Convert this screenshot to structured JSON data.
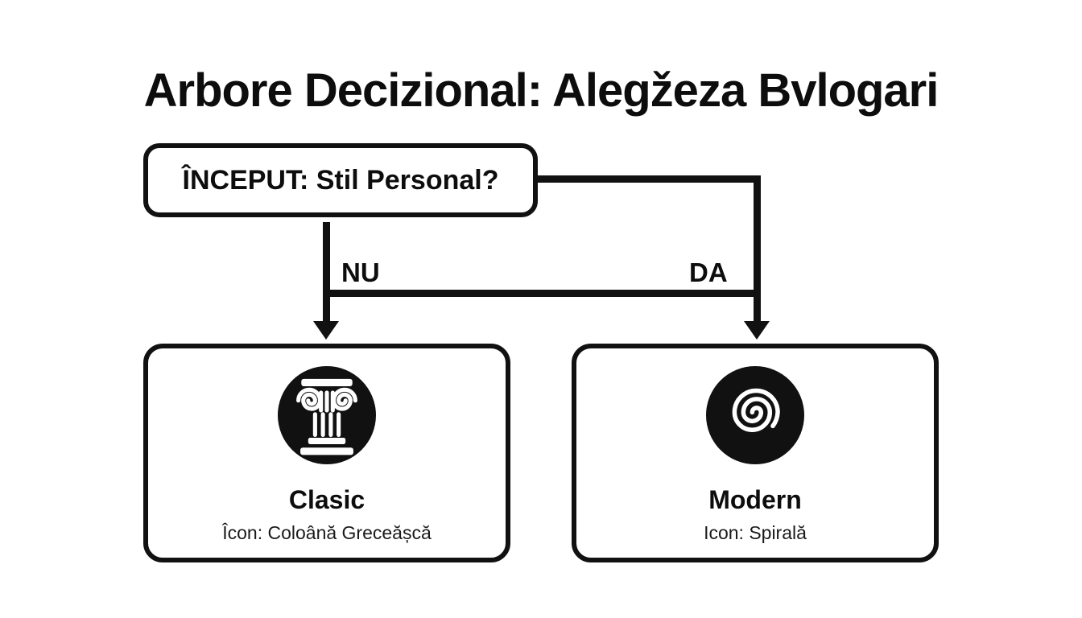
{
  "title": "Arbore Decizional: Alegžeza Bvlogari",
  "flowchart": {
    "root": {
      "label": "ÎNCEPUT: Stil Personal?"
    },
    "branches": [
      {
        "answer": "NU",
        "node": {
          "title": "Clasic",
          "subtitle": "Îcon: Coloână Greceășcă",
          "icon": "greek-column-icon"
        }
      },
      {
        "answer": "DA",
        "node": {
          "title": "Modern",
          "subtitle": "Icon: Spirală",
          "icon": "spiral-icon"
        }
      }
    ]
  },
  "colors": {
    "line": "#111111",
    "text": "#0d0d0d",
    "background": "#ffffff",
    "icon_bg": "#111111",
    "icon_fg": "#ffffff"
  }
}
